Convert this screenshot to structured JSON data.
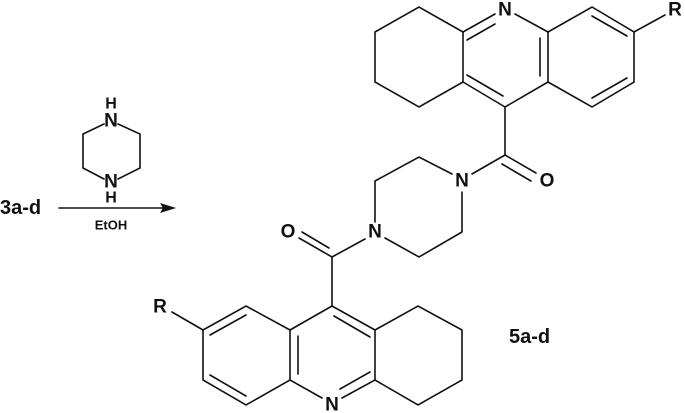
{
  "reaction": {
    "reactant_label": "3a-d",
    "reagent": {
      "atoms": {
        "n_top": "N",
        "h_top": "H",
        "n_bottom": "N",
        "h_bottom": "H"
      }
    },
    "condition": "EtOH",
    "product_label": "5a-d"
  },
  "product": {
    "upper": {
      "ring_n": "N",
      "r_group": "R",
      "carbonyl_o": "O",
      "amide_n": "N"
    },
    "lower": {
      "ring_n": "N",
      "r_group": "R",
      "carbonyl_o": "O",
      "amide_n": "N"
    }
  }
}
